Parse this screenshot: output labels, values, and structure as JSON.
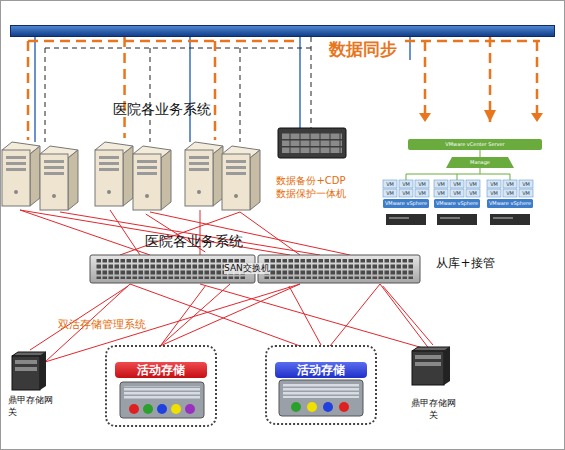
{
  "diagram": {
    "nodes": [
      {
        "text": [
          "数据同步"
        ]
      },
      {
        "text": [
          "医院各业务系统"
        ]
      },
      {
        "text": [
          "数据备份+CDP数据保护一体机"
        ]
      },
      {
        "text": [
          "从库+接管"
        ]
      },
      {
        "text": [
          "SAN交换机"
        ]
      },
      {
        "text": [
          "鼎甲存储网关"
        ]
      },
      {
        "text": [
          "活动存储"
        ]
      },
      {
        "text": [
          "活动存储"
        ]
      },
      {
        "text": [
          "鼎甲存储网关"
        ]
      }
    ],
    "edges": [
      {
        "from": 0,
        "to": 1,
        "arrow": "none"
      },
      {
        "from": 0,
        "to": 2,
        "arrow": "none"
      },
      {
        "from": 0,
        "to": 3,
        "arrow": "to"
      },
      {
        "from": 1,
        "to": 4,
        "arrow": "none"
      },
      {
        "from": 4,
        "to": 5,
        "arrow": "none"
      },
      {
        "from": 4,
        "to": 6,
        "arrow": "none"
      },
      {
        "from": 4,
        "to": 7,
        "arrow": "none"
      },
      {
        "from": 4,
        "to": 8,
        "arrow": "none"
      }
    ],
    "labels": [
      "医院各业务系统",
      "双活存储管理系统",
      "VMware vCenter Server",
      "Manage",
      "VMware vSphere",
      "VMware vSphere",
      "VMware vSphere",
      "VM",
      "VM",
      "VM",
      "VM",
      "VM",
      "VM",
      "VM",
      "VM",
      "VM",
      "VM",
      "VM",
      "VM",
      "VM",
      "VM",
      "VM",
      "VM",
      "VM",
      "VM"
    ]
  }
}
